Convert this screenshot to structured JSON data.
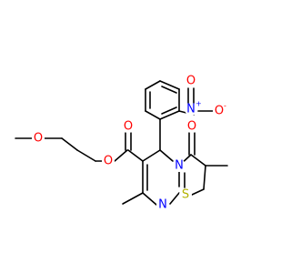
{
  "molecule": {
    "atoms": [
      {
        "id": "O_ether",
        "label": "O",
        "color": "#ff0000"
      },
      {
        "id": "O_ester_single",
        "label": "O",
        "color": "#ff0000"
      },
      {
        "id": "O_ester_carbonyl",
        "label": "O",
        "color": "#ff0000"
      },
      {
        "id": "O_lactam_carbonyl",
        "label": "O",
        "color": "#ff0000"
      },
      {
        "id": "O_nitro_double",
        "label": "O",
        "color": "#ff0000"
      },
      {
        "id": "O_nitro_minus",
        "label": "O",
        "color": "#ff0000",
        "charge": "-"
      },
      {
        "id": "N_nitro",
        "label": "N",
        "color": "#0000ff",
        "charge": "+"
      },
      {
        "id": "N_ring_fused",
        "label": "N",
        "color": "#0000ff"
      },
      {
        "id": "N_ring_imine",
        "label": "N",
        "color": "#0000ff"
      },
      {
        "id": "S_ring",
        "label": "S",
        "color": "#b3b300"
      }
    ],
    "bond_color": "#000000"
  }
}
